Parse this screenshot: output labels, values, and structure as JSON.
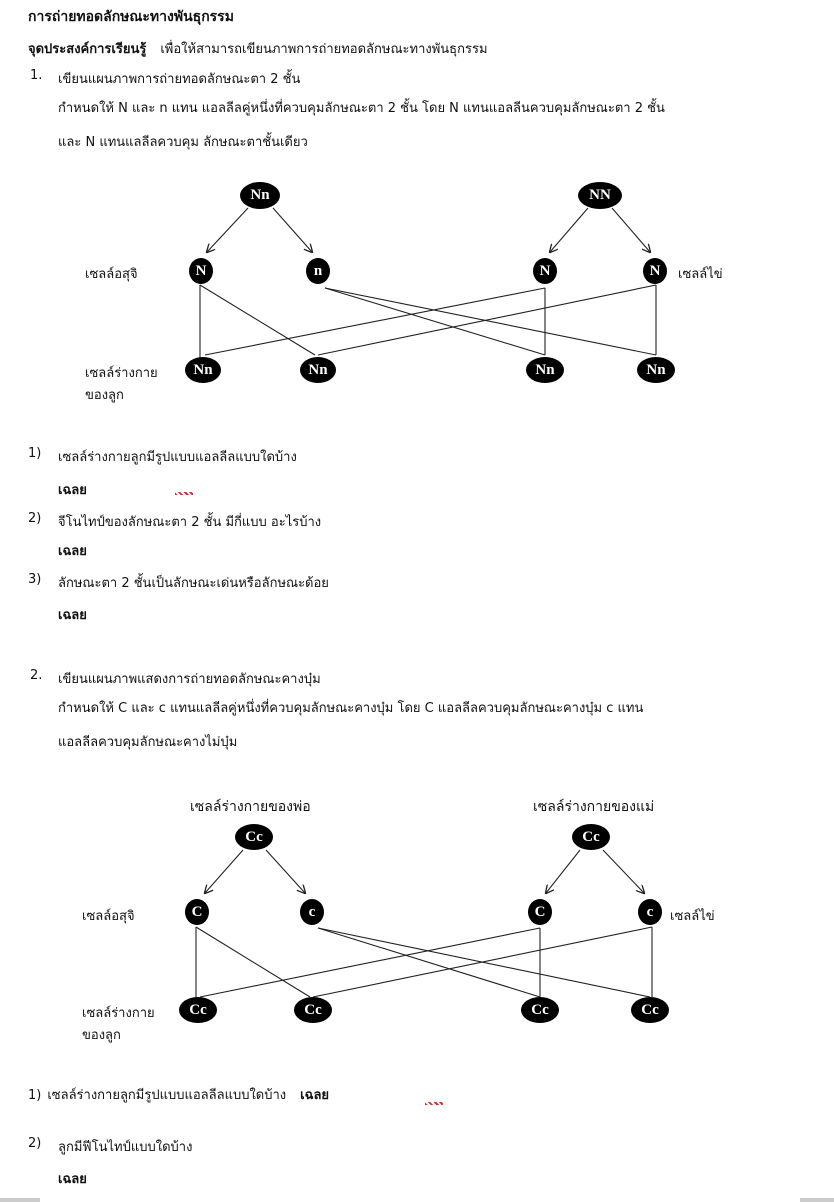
{
  "title": "การถ่ายทอดลักษณะทางพันธุกรรม",
  "objective_label": "จุดประสงค์การเรียนรู้",
  "objective_text": "เพื่อให้สามารถเขียนภาพการถ่ายทอดลักษณะทางพันธุกรรม",
  "section1": {
    "number": "1.",
    "heading": "เขียนแผนภาพการถ่ายทอดลักษณะตา 2 ชั้น",
    "line1": "กำหนดให้ N และ n แทน แอลลีลคู่หนึ่งที่ควบคุมลักษณะตา 2 ชั้น โดย N แทนแอลลีนควบคุมลักษณะตา 2 ชั้น",
    "line2": "และ N แทนแลลีลควบคุม ลักษณะตาชั้นเดียว",
    "diagram": {
      "parents": [
        "Nn",
        "NN"
      ],
      "gametes": [
        "N",
        "n",
        "N",
        "N"
      ],
      "children": [
        "Nn",
        "Nn",
        "Nn",
        "Nn"
      ],
      "label_sperm": "เซลล์อสุจิ",
      "label_egg": "เซลล์ไข่",
      "label_child1": "เซลล์ร่างกาย",
      "label_child2": "ของลูก"
    },
    "questions": [
      {
        "num": "1)",
        "text": "เซลล์ร่างกายลูกมีรูปแบบแอลลีลแบบใดบ้าง",
        "answer": "เฉลย"
      },
      {
        "num": "2)",
        "text": "จีโนไทป์ของลักษณะตา 2 ชั้น มีกี่แบบ อะไรบ้าง",
        "answer": "เฉลย"
      },
      {
        "num": "3)",
        "text": "ลักษณะตา 2 ชั้นเป็นลักษณะเด่นหรือลักษณะด้อย",
        "answer": "เฉลย"
      }
    ]
  },
  "section2": {
    "number": "2.",
    "heading": "เขียนแผนภาพแสดงการถ่ายทอดลักษณะคางบุ๋ม",
    "line1": "กำหนดให้ C และ c แทนแลลีลคู่หนึ่งที่ควบคุมลักษณะคางบุ๋ม โดย C แอลลีลควบคุมลักษณะคางบุ๋ม c แทน",
    "line2": "แอลลีลควบคุมลักษณะคางไม่บุ๋ม",
    "diagram": {
      "father_label": "เซลล์ร่างกายของพ่อ",
      "mother_label": "เซลล์ร่างกายของแม่",
      "parents": [
        "Cc",
        "Cc"
      ],
      "gametes": [
        "C",
        "c",
        "C",
        "c"
      ],
      "children": [
        "Cc",
        "Cc",
        "Cc",
        "Cc"
      ],
      "label_sperm": "เซลล์อสุจิ",
      "label_egg": "เซลล์ไข่",
      "label_child1": "เซลล์ร่างกาย",
      "label_child2": "ของลูก"
    },
    "questions": [
      {
        "num": "1)",
        "text": "เซลล์ร่างกายลูกมีรูปแบบแอลลีลแบบใดบ้าง",
        "answer": "เฉลย"
      },
      {
        "num": "2)",
        "text": "ลูกมีฟีโนไทป์แบบใดบ้าง",
        "answer": "เฉลย"
      }
    ]
  }
}
